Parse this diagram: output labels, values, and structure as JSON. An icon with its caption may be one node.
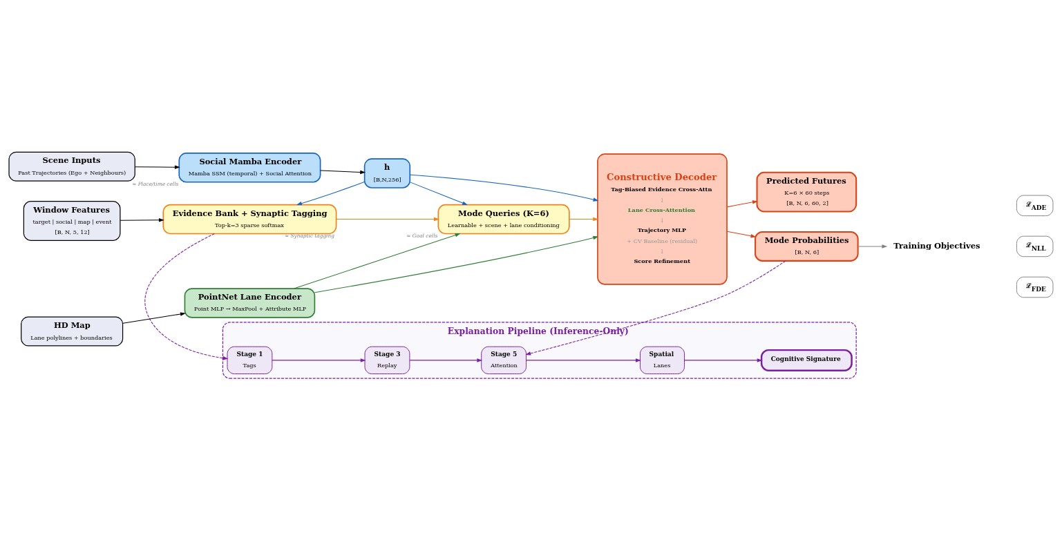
{
  "diagram": {
    "nodes": [
      {
        "text": [
          "Scene Inputs",
          "Past Trajectories (Ego + Neighbours)"
        ]
      },
      {
        "text": [
          "Social Mamba Encoder",
          "Mamba SSM (temporal) + Social Attention"
        ],
        "beside": [
          "≈ Place/time cells"
        ]
      },
      {
        "text": [
          "h",
          "[B,N,256]"
        ]
      },
      {
        "text": [
          "Window Features",
          "target | social | map | event",
          "[B, N, 5, 12]"
        ]
      },
      {
        "text": [
          "Evidence Bank + Synaptic Tagging",
          "Top-k=3 sparse softmax"
        ],
        "beside": [
          "≈ Synaptic tagging"
        ]
      },
      {
        "text": [
          "Mode Queries (K=6)",
          "Learnable + scene + lane conditioning"
        ],
        "beside": [
          "≈ Goal cells"
        ]
      },
      {
        "text": [
          "HD Map",
          "Lane polylines + boundaries"
        ]
      },
      {
        "text": [
          "PointNet Lane Encoder",
          "Point MLP → MaxPool + Attribute MLP"
        ]
      },
      {
        "text": [
          "Constructive Decoder",
          "Tag-Biased Evidence Cross-Attn",
          "↓",
          "Lane Cross-Attention",
          "↓",
          "Trajectory MLP",
          "+ CV Baseline (residual)",
          "↓",
          "Score Refinement"
        ]
      },
      {
        "text": [
          "Predicted Futures",
          "K=6 × 60 steps",
          "[B, N, 6, 60, 2]"
        ]
      },
      {
        "text": [
          "Mode Probabilities",
          "[B, N, 6]"
        ]
      },
      {
        "text": [
          "Training Objectives"
        ]
      },
      {
        "text": [
          "ℒ$_{ADE}$"
        ]
      },
      {
        "text": [
          "ℒ$_{NLL}$"
        ]
      },
      {
        "text": [
          "ℒ$_{FDE}$"
        ]
      },
      {
        "text": [
          "Explanation Pipeline (Inference-Only)"
        ]
      },
      {
        "text": [
          "Stage 1",
          "Tags"
        ],
        "in": 15
      },
      {
        "text": [
          "Stage 3",
          "Replay"
        ],
        "in": 15
      },
      {
        "text": [
          "Stage 5",
          "Attention"
        ],
        "in": 15
      },
      {
        "text": [
          "Spatial",
          "Lanes"
        ],
        "in": 15
      },
      {
        "text": [
          "Cognitive Signature"
        ],
        "in": 15
      }
    ],
    "edges": [
      {
        "from": 0,
        "to": 1,
        "arrow": "to",
        "color": "#000000"
      },
      {
        "from": 1,
        "to": 2,
        "arrow": "to",
        "color": "#000000"
      },
      {
        "from": 2,
        "to": 4,
        "arrow": "to",
        "color": "#1565c0"
      },
      {
        "from": 2,
        "to": 5,
        "arrow": "to",
        "color": "#1565c0"
      },
      {
        "from": 2,
        "to": 8,
        "arrow": "to",
        "color": "#1565c0"
      },
      {
        "from": 3,
        "to": 4,
        "arrow": "to",
        "color": "#000000"
      },
      {
        "from": 4,
        "to": 5,
        "arrow": "to",
        "color": "#f57f17"
      },
      {
        "from": 5,
        "to": 8,
        "arrow": "to",
        "color": "#f57f17"
      },
      {
        "from": 6,
        "to": 7,
        "arrow": "to",
        "color": "#000000"
      },
      {
        "from": 7,
        "to": 5,
        "arrow": "to",
        "color": "#2e7d32"
      },
      {
        "from": 7,
        "to": 8,
        "arrow": "to",
        "color": "#2e7d32"
      },
      {
        "from": 8,
        "to": 9,
        "arrow": "to",
        "color": "#d84315"
      },
      {
        "from": 8,
        "to": 10,
        "arrow": "to",
        "color": "#d84315"
      },
      {
        "from": 10,
        "to": 11,
        "arrow": "to",
        "color": "#808080"
      },
      {
        "from": 4,
        "to": 16,
        "arrow": "to",
        "style": "dashed",
        "color": "#7b1fa2"
      },
      {
        "from": 10,
        "to": 18,
        "arrow": "to",
        "style": "dashed",
        "color": "#7b1fa2"
      },
      {
        "from": 16,
        "to": 17,
        "arrow": "to",
        "color": "#7b1fa2"
      },
      {
        "from": 17,
        "to": 18,
        "arrow": "to",
        "color": "#7b1fa2"
      },
      {
        "from": 18,
        "to": 19,
        "arrow": "to",
        "color": "#7b1fa2"
      },
      {
        "from": 19,
        "to": 20,
        "arrow": "to",
        "color": "#7b1fa2"
      }
    ]
  }
}
